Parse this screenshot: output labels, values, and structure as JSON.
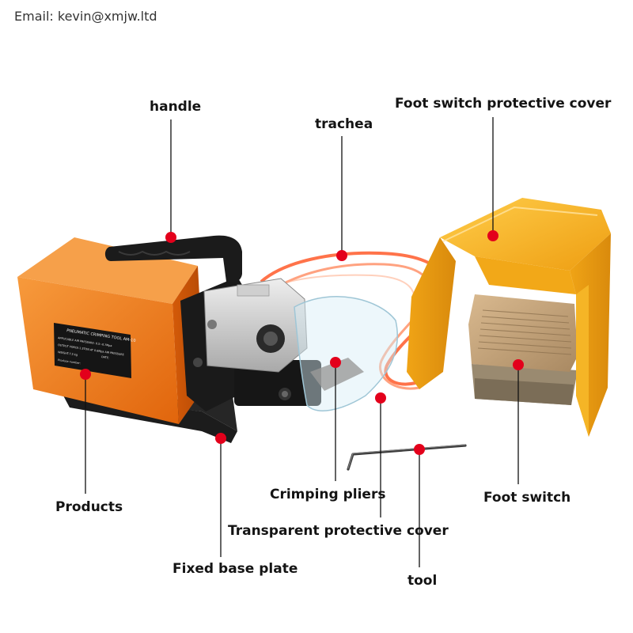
{
  "header": {
    "email": "Email: kevin@xmjw.ltd"
  },
  "plate": {
    "title": "PNEUMATIC CRIMPING TOOL AM-10",
    "line1": "APPLICABLE AIR PRESSURE: 0.5~0.7Mpa",
    "line2": "OUTPUT FORCE:1.5TON AT 0.6Mpa AIR PRESSURE",
    "line3": "WEIGHT:7.5 kg",
    "line3b": "DATE:",
    "line4": "Produce number:"
  },
  "labels": {
    "handle": "handle",
    "trachea": "trachea",
    "foot_cover": "Foot switch protective cover",
    "products": "Products",
    "crimping_pliers": "Crimping pliers",
    "foot_switch": "Foot switch",
    "transparent_cover": "Transparent protective cover",
    "base_plate": "Fixed base plate",
    "tool": "tool"
  },
  "colors": {
    "marker": "#e3001b",
    "machine_orange": "#ef7d16",
    "cover_yellow": "#f6b21b",
    "hose": "#ff5a2a",
    "leader": "#111111"
  }
}
